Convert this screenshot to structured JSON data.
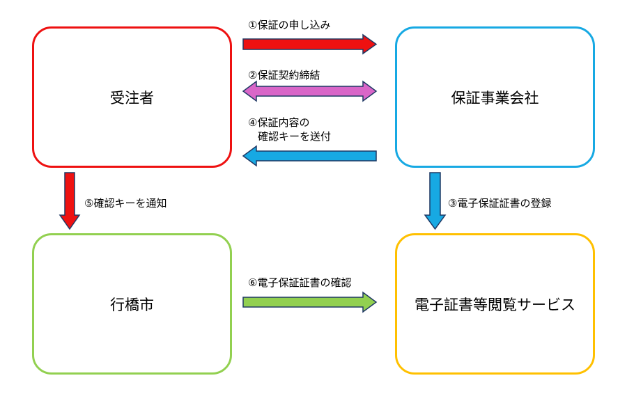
{
  "nodes": {
    "contractor": {
      "label": "受注者",
      "color": "#ee1111"
    },
    "guarantor": {
      "label": "保証事業会社",
      "color": "#17a9e3"
    },
    "city": {
      "label": "行橋市",
      "color": "#92d050"
    },
    "service": {
      "label": "電子証書等閲覧サービス",
      "color": "#ffc000"
    }
  },
  "edges": {
    "step1": {
      "label": "①保証の申し込み",
      "from": "受注者",
      "to": "保証事業会社",
      "color": "#ee1111"
    },
    "step2": {
      "label": "②保証契約締結",
      "from": "保証事業会社",
      "to": "受注者",
      "bidirectional": true,
      "color": "#d966c8"
    },
    "step3": {
      "label": "③電子保証証書の登録",
      "from": "保証事業会社",
      "to": "電子証書等閲覧サービス",
      "color": "#17a9e3"
    },
    "step4": {
      "label_line1": "④保証内容の",
      "label_line2": "確認キーを送付",
      "from": "保証事業会社",
      "to": "受注者",
      "color": "#17a9e3"
    },
    "step5": {
      "label": "⑤確認キーを通知",
      "from": "受注者",
      "to": "行橋市",
      "color": "#ee1111"
    },
    "step6": {
      "label": "⑥電子保証証書の確認",
      "from": "行橋市",
      "to": "電子証書等閲覧サービス",
      "color": "#92d050"
    }
  },
  "arrow_outline": "#1f3864"
}
